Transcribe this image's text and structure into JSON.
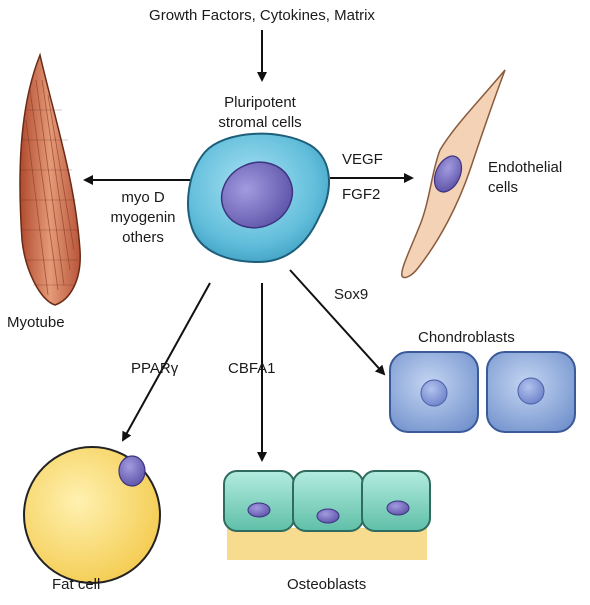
{
  "top_input": "Growth Factors, Cytokines, Matrix",
  "stem_cell": {
    "line1": "Pluripotent",
    "line2": "stromal cells"
  },
  "muscle": {
    "factors": [
      "myo D",
      "myogenin",
      "others"
    ],
    "cell_label": "Myotube"
  },
  "endothelial": {
    "factors": [
      "VEGF",
      "FGF2"
    ],
    "cell_label_line1": "Endothelial",
    "cell_label_line2": "cells"
  },
  "chondro": {
    "factor": "Sox9",
    "cell_label": "Chondroblasts"
  },
  "fat": {
    "factor": "PPARγ",
    "cell_label": "Fat cell"
  },
  "osteo": {
    "factor": "CBFA1",
    "cell_label": "Osteoblasts"
  },
  "colors": {
    "stem_cytoplasm": "#6fc3df",
    "stem_nucleus": "#7c74c4",
    "muscle": "#d97a5a",
    "endothelial": "#f3d2b5",
    "chondro": "#8aa9dc",
    "fat": "#fbdc6e",
    "osteo": "#7fd1c0",
    "osteo_matrix": "#f7dc8f"
  }
}
